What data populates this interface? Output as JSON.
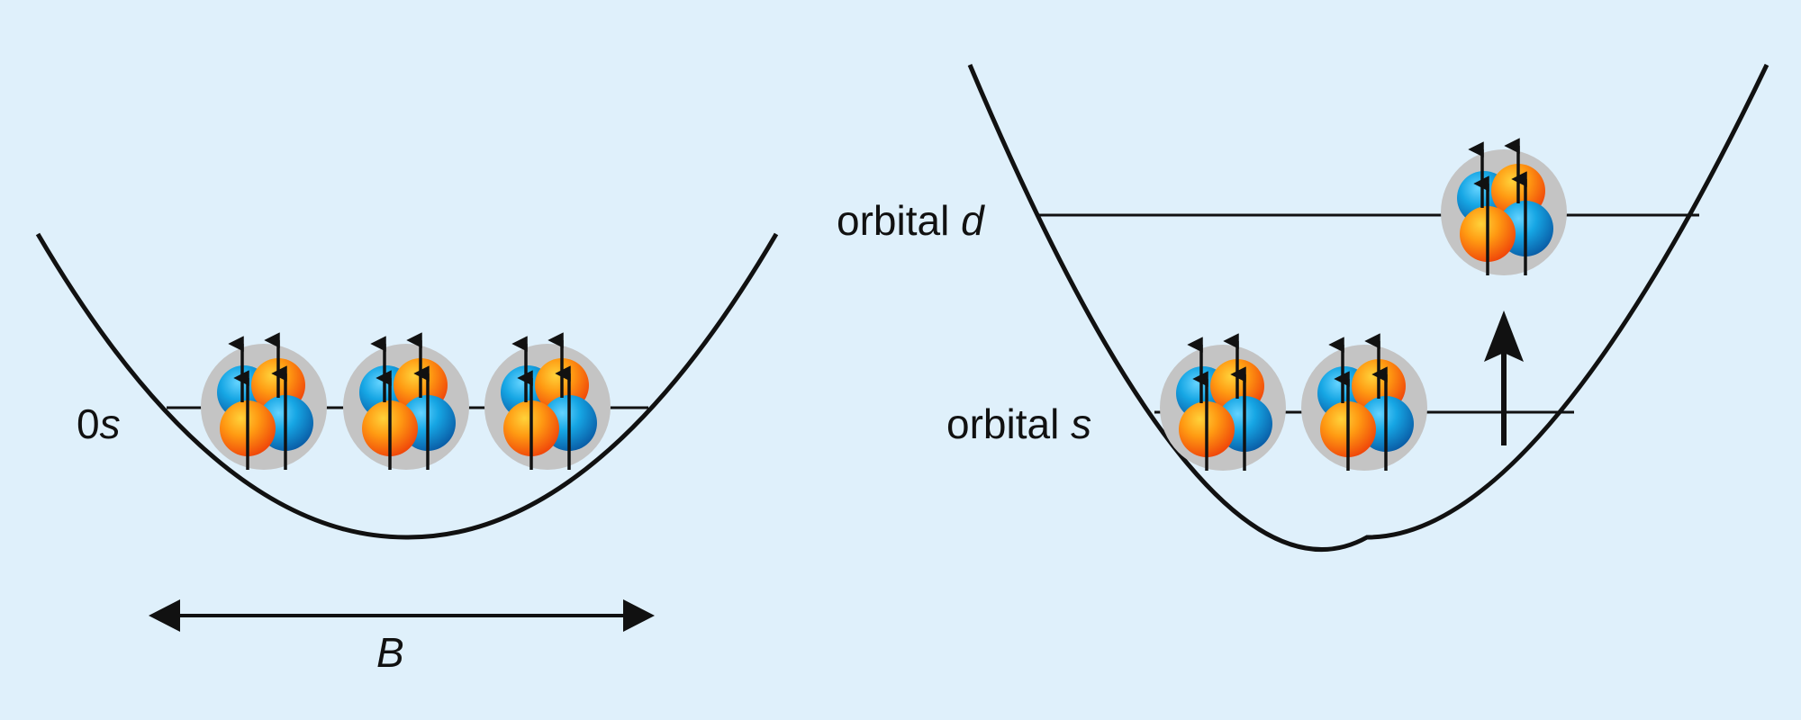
{
  "labels": {
    "left_level_prefix": "0",
    "left_level_var": "s",
    "axis_var": "B",
    "orbital_d_prefix": "orbital ",
    "orbital_d_var": "d",
    "orbital_s_prefix": "orbital ",
    "orbital_s_var": "s"
  },
  "colors": {
    "background": "#dff0fb",
    "line": "#111111",
    "nucleus_halo": "#c4c4c4",
    "proton": "#ff6a00",
    "neutron": "#0f96d6"
  },
  "nuclei": {
    "left_well": 3,
    "right_well_s": 2,
    "right_well_d": 1
  },
  "icons": {
    "double_arrow": "double-headed-arrow",
    "excitation_arrow": "up-arrow"
  }
}
